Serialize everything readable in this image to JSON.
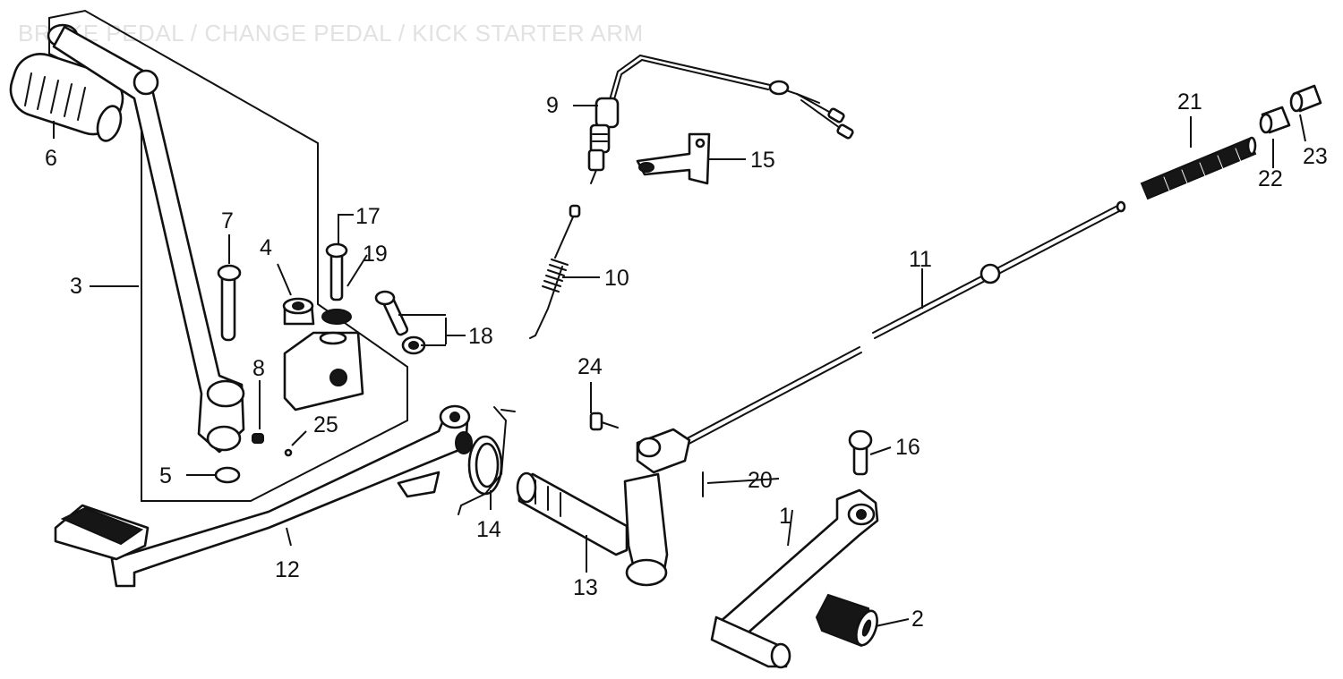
{
  "title": "BRAKE PEDAL / CHANGE PEDAL / KICK STARTER ARM",
  "callouts": [
    "1",
    "2",
    "3",
    "4",
    "5",
    "6",
    "7",
    "8",
    "9",
    "10",
    "11",
    "12",
    "13",
    "14",
    "15",
    "16",
    "17",
    "18",
    "19",
    "20",
    "21",
    "22",
    "23",
    "24",
    "25"
  ]
}
